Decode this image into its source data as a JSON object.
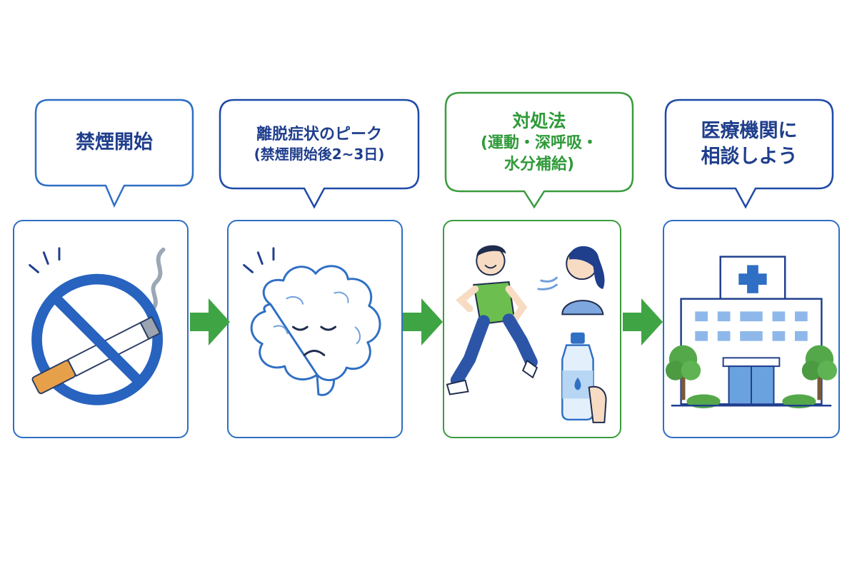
{
  "steps": [
    {
      "lines": [
        "禁煙開始"
      ],
      "icon": "no-smoking-icon"
    },
    {
      "lines": [
        "離脱症状のピーク",
        "(禁煙開始後2~3日)"
      ],
      "icon": "sad-brain-icon"
    },
    {
      "lines": [
        "対処法",
        "(運動・深呼吸・",
        "水分補給)"
      ],
      "icon": "exercise-breathing-water-icon"
    },
    {
      "lines": [
        "医療機関に",
        "相談しよう"
      ],
      "icon": "hospital-icon"
    }
  ],
  "colors": {
    "blue": "#2f6fc4",
    "navy": "#1f3e8c",
    "green": "#3a9c3f",
    "arrow_green": "#3fa443"
  }
}
